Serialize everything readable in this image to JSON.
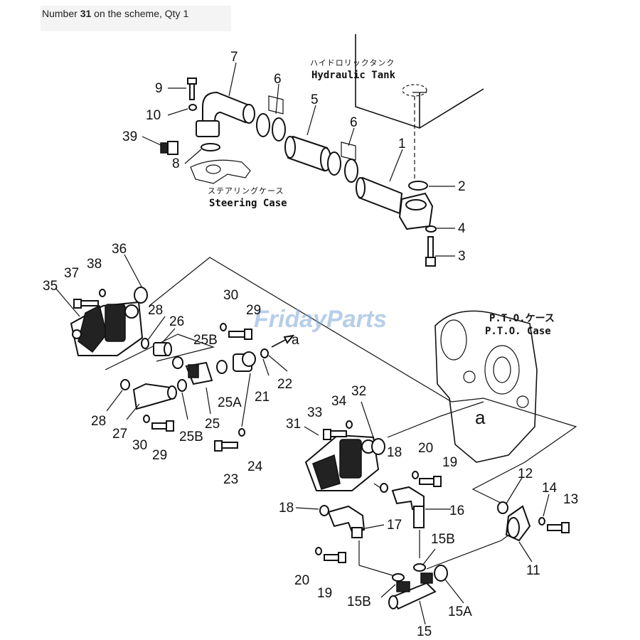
{
  "caption": {
    "prefix": "Number ",
    "number": "31",
    "suffix": " on the scheme, Qty 1"
  },
  "watermark": "FridayParts",
  "labels": {
    "hydraulic_tank_jp": "ハイドロリックタンク",
    "hydraulic_tank_en": "Hydraulic Tank",
    "steering_case_jp": "ステアリングケース",
    "steering_case_en": "Steering Case",
    "pto_case_jp": "P.T.O.ケース",
    "pto_case_en": "P.T.O. Case",
    "ref_a1": "a",
    "ref_a2": "a"
  },
  "part_numbers": {
    "p1": "1",
    "p2": "2",
    "p3": "3",
    "p4": "4",
    "p5": "5",
    "p6a": "6",
    "p6b": "6",
    "p7": "7",
    "p8": "8",
    "p9": "9",
    "p10": "10",
    "p39": "39",
    "p35": "35",
    "p36": "36",
    "p37": "37",
    "p38": "38",
    "p28a": "28",
    "p26": "26",
    "p30a": "30",
    "p29a": "29",
    "p25b_a": "25B",
    "p22": "22",
    "p21": "21",
    "p25a": "25A",
    "p25": "25",
    "p25b_b": "25B",
    "p28b": "28",
    "p27": "27",
    "p30b": "30",
    "p29b": "29",
    "p23": "23",
    "p24": "24",
    "p31": "31",
    "p32": "32",
    "p33": "33",
    "p34": "34",
    "p18a": "18",
    "p20a": "20",
    "p19a": "19",
    "p16": "16",
    "p18b": "18",
    "p17": "17",
    "p20b": "20",
    "p19b": "19",
    "p15b_a": "15B",
    "p15b_b": "15B",
    "p15a": "15A",
    "p15": "15",
    "p12": "12",
    "p14": "14",
    "p13": "13",
    "p11": "11"
  }
}
